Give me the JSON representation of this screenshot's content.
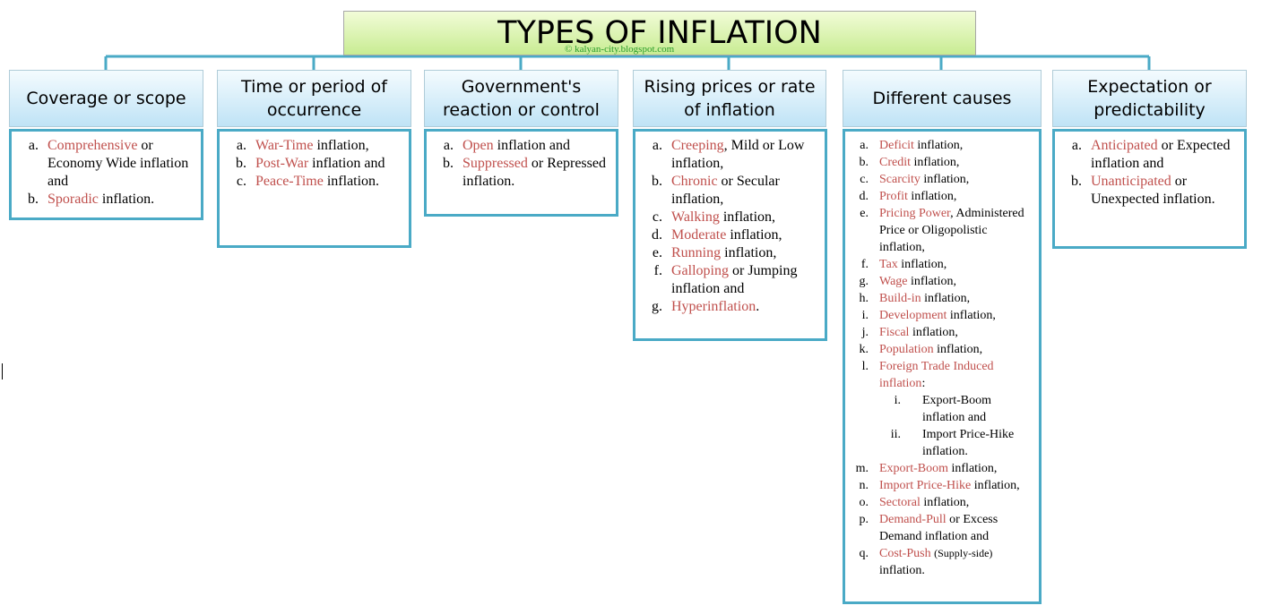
{
  "title": "TYPES OF INFLATION",
  "watermark": "© kalyan-city.blogspot.com",
  "columns": [
    {
      "header": "Coverage or scope",
      "items": [
        {
          "marker": "a.",
          "parts": [
            {
              "t": "Comprehensive",
              "hl": true
            },
            {
              "t": " or Economy Wide inflation and"
            }
          ]
        },
        {
          "marker": "b.",
          "parts": [
            {
              "t": "Sporadic",
              "hl": true
            },
            {
              "t": " inflation."
            }
          ]
        }
      ]
    },
    {
      "header": "Time or period of occurrence",
      "items": [
        {
          "marker": "a.",
          "parts": [
            {
              "t": "War-Time",
              "hl": true
            },
            {
              "t": " inflation,"
            }
          ]
        },
        {
          "marker": "b.",
          "parts": [
            {
              "t": "Post-War",
              "hl": true
            },
            {
              "t": " inflation and"
            }
          ]
        },
        {
          "marker": "c.",
          "parts": [
            {
              "t": "Peace-Time",
              "hl": true
            },
            {
              "t": " inflation."
            }
          ]
        }
      ]
    },
    {
      "header": "Government's reaction or control",
      "items": [
        {
          "marker": "a.",
          "parts": [
            {
              "t": "Open",
              "hl": true
            },
            {
              "t": " inflation and"
            }
          ]
        },
        {
          "marker": "b.",
          "parts": [
            {
              "t": "Suppressed",
              "hl": true
            },
            {
              "t": " or Repressed inflation."
            }
          ]
        }
      ]
    },
    {
      "header": "Rising prices or rate of inflation",
      "items": [
        {
          "marker": "a.",
          "parts": [
            {
              "t": "Creeping",
              "hl": true
            },
            {
              "t": ", Mild or Low inflation,"
            }
          ]
        },
        {
          "marker": "b.",
          "parts": [
            {
              "t": "Chronic",
              "hl": true
            },
            {
              "t": " or Secular inflation,"
            }
          ]
        },
        {
          "marker": "c.",
          "parts": [
            {
              "t": "Walking",
              "hl": true
            },
            {
              "t": " inflation,"
            }
          ]
        },
        {
          "marker": "d.",
          "parts": [
            {
              "t": "Moderate",
              "hl": true
            },
            {
              "t": " inflation,"
            }
          ]
        },
        {
          "marker": "e.",
          "parts": [
            {
              "t": "Running",
              "hl": true
            },
            {
              "t": " inflation,"
            }
          ]
        },
        {
          "marker": "f.",
          "parts": [
            {
              "t": "Galloping",
              "hl": true
            },
            {
              "t": " or Jumping inflation and"
            }
          ]
        },
        {
          "marker": "g.",
          "parts": [
            {
              "t": "Hyperinflation",
              "hl": true
            },
            {
              "t": "."
            }
          ]
        }
      ]
    },
    {
      "header": "Different causes",
      "items": [
        {
          "marker": "a.",
          "parts": [
            {
              "t": "Deficit",
              "hl": true
            },
            {
              "t": " inflation,"
            }
          ]
        },
        {
          "marker": "b.",
          "parts": [
            {
              "t": "Credit",
              "hl": true
            },
            {
              "t": " inflation,"
            }
          ]
        },
        {
          "marker": "c.",
          "parts": [
            {
              "t": "Scarcity",
              "hl": true
            },
            {
              "t": " inflation,"
            }
          ]
        },
        {
          "marker": "d.",
          "parts": [
            {
              "t": "Profit",
              "hl": true
            },
            {
              "t": " inflation,"
            }
          ]
        },
        {
          "marker": "e.",
          "parts": [
            {
              "t": "Pricing Power",
              "hl": true
            },
            {
              "t": ", Administered Price or Oligopolistic inflation,"
            }
          ]
        },
        {
          "marker": "f.",
          "parts": [
            {
              "t": "Tax",
              "hl": true
            },
            {
              "t": " inflation,"
            }
          ]
        },
        {
          "marker": "g.",
          "parts": [
            {
              "t": "Wage",
              "hl": true
            },
            {
              "t": " inflation,"
            }
          ]
        },
        {
          "marker": "h.",
          "parts": [
            {
              "t": "Build-in",
              "hl": true
            },
            {
              "t": " inflation,"
            }
          ]
        },
        {
          "marker": "i.",
          "parts": [
            {
              "t": "Development",
              "hl": true
            },
            {
              "t": " inflation,"
            }
          ]
        },
        {
          "marker": "j.",
          "parts": [
            {
              "t": "Fiscal",
              "hl": true
            },
            {
              "t": " inflation,"
            }
          ]
        },
        {
          "marker": "k.",
          "parts": [
            {
              "t": "Population",
              "hl": true
            },
            {
              "t": " inflation,"
            }
          ]
        },
        {
          "marker": "l.",
          "parts": [
            {
              "t": "Foreign Trade Induced inflation",
              "hl": true
            },
            {
              "t": ":"
            }
          ],
          "sub": [
            {
              "marker": "i.",
              "text": "Export-Boom inflation and"
            },
            {
              "marker": "ii.",
              "text": "Import Price-Hike inflation."
            }
          ]
        },
        {
          "marker": "m.",
          "parts": [
            {
              "t": "Export-Boom",
              "hl": true
            },
            {
              "t": " inflation,"
            }
          ]
        },
        {
          "marker": "n.",
          "parts": [
            {
              "t": "Import Price-Hike",
              "hl": true
            },
            {
              "t": " inflation,"
            }
          ]
        },
        {
          "marker": "o.",
          "parts": [
            {
              "t": "Sectoral",
              "hl": true
            },
            {
              "t": " inflation,"
            }
          ]
        },
        {
          "marker": "p.",
          "parts": [
            {
              "t": "Demand-Pull",
              "hl": true
            },
            {
              "t": " or Excess Demand inflation and"
            }
          ]
        },
        {
          "marker": "q.",
          "parts": [
            {
              "t": "Cost-Push",
              "hl": true
            },
            {
              "t": " "
            },
            {
              "t": "(Supply-side)",
              "small": true
            },
            {
              "t": " inflation."
            }
          ]
        }
      ]
    },
    {
      "header": "Expectation or predictability",
      "items": [
        {
          "marker": "a.",
          "parts": [
            {
              "t": "Anticipated",
              "hl": true
            },
            {
              "t": " or Expected inflation and"
            }
          ]
        },
        {
          "marker": "b.",
          "parts": [
            {
              "t": "Unanticipated",
              "hl": true
            },
            {
              "t": " or Unexpected inflation."
            }
          ]
        }
      ]
    }
  ],
  "colors": {
    "highlight": "#c0504d",
    "panel_border": "#4aaac6",
    "connector": "#4aaac6",
    "title_fill": "#c8ec92",
    "header_fill": "#bfe3f6"
  }
}
